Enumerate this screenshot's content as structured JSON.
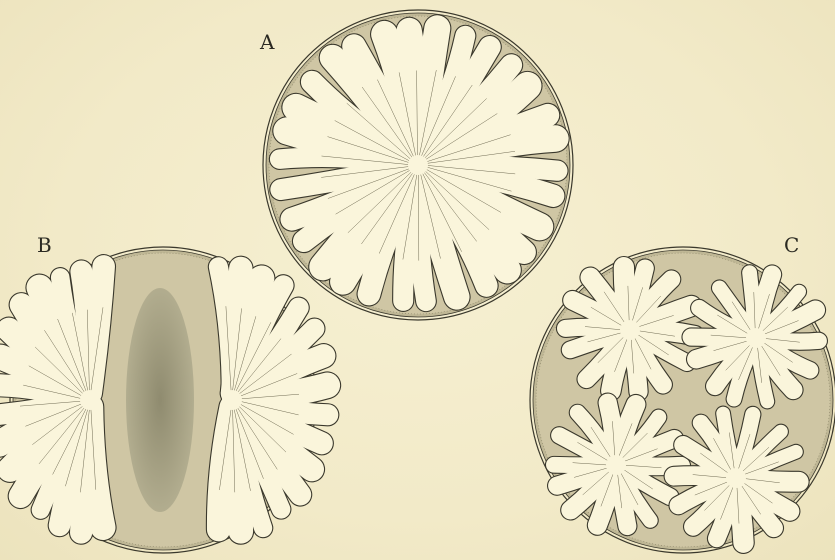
{
  "figure": {
    "labels": {
      "a": "A",
      "b": "B",
      "c": "C"
    },
    "colors": {
      "paper": "#f3eccb",
      "ink": "#3a382c",
      "cell_fill": "#faf5db",
      "shaded_space": "#cfc6a4",
      "dark_cleft": "#9c9779"
    }
  }
}
